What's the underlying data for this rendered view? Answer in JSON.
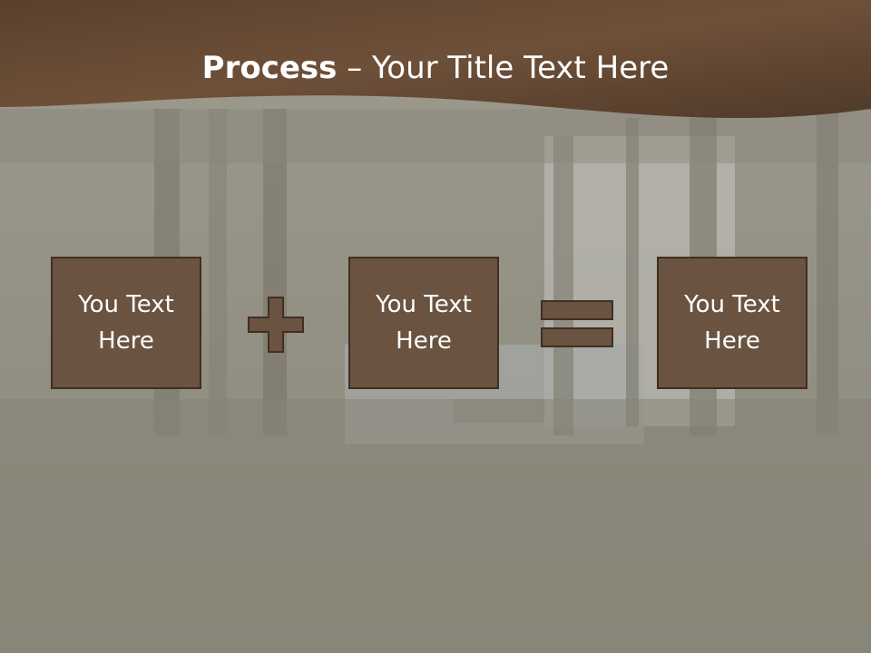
{
  "slide": {
    "title_bold": "Process",
    "title_dash": " – ",
    "title_rest": "Your Title Text Here"
  },
  "boxes": [
    {
      "text": "You Text\nHere"
    },
    {
      "text": "You Text\nHere"
    },
    {
      "text": "You Text\nHere"
    }
  ],
  "operators": {
    "first": "plus-icon",
    "second": "equals-icon"
  },
  "colors": {
    "header_dark": "#4a3626",
    "header_light": "#7c5b41",
    "box_fill": "#6a5340",
    "box_border": "#3f2f22",
    "operator_fill": "#6a5340",
    "background_haze": "#9b978a"
  }
}
